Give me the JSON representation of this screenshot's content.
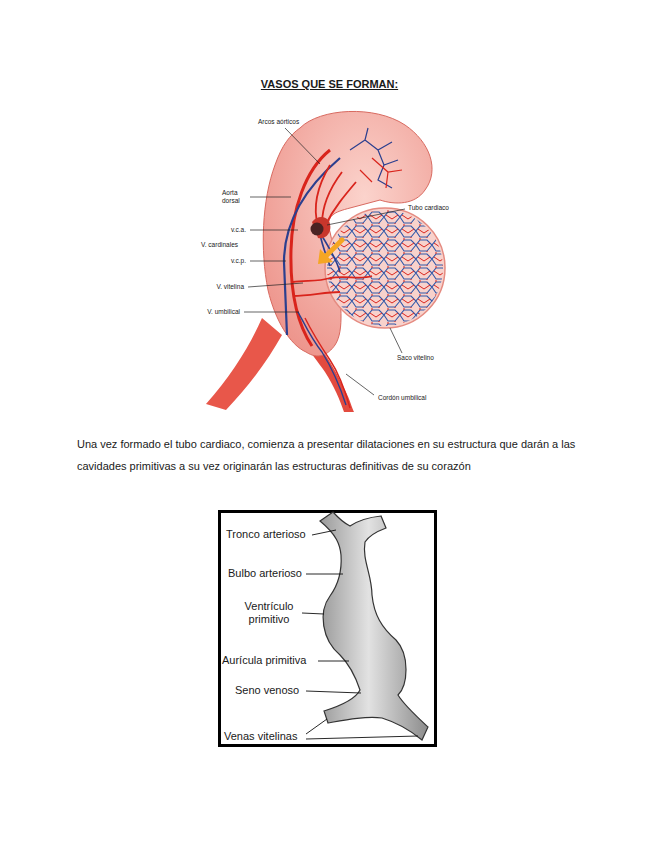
{
  "diagram": {
    "title": "VASOS QUE SE FORMAN:",
    "labels": [
      "Arcos aórticos",
      "Aorta dorsal",
      "Tubo cardiaco",
      "v.c.a.",
      "V. cardinales",
      "v.c.p.",
      "V. vitelina",
      "V. umbilical",
      "Saco vitelino",
      "Cordón umbilical",
      "Una vez formado el tubo cardiaco, comienza a presentar dilataciones en su estructura que darán a las cavidades primitivas a su vez originarán las estructuras definitivas de su corazón",
      "Tronco arterioso",
      "Bulbo arterioso",
      "Ventrículo primitivo",
      "Aurícula primitiva",
      "Seno venoso",
      "Venas vitelinas"
    ]
  }
}
